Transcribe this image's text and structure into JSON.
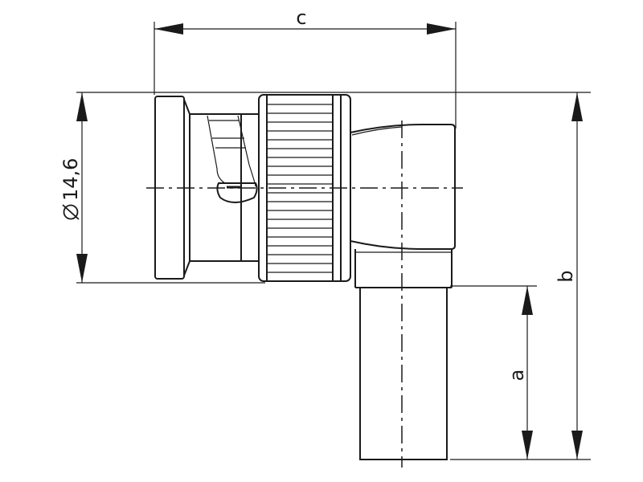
{
  "dimensions": {
    "c": "c",
    "diameter": "14,6",
    "b": "b",
    "a": "a"
  },
  "icons": {
    "diameter_symbol": "diameter-symbol"
  }
}
